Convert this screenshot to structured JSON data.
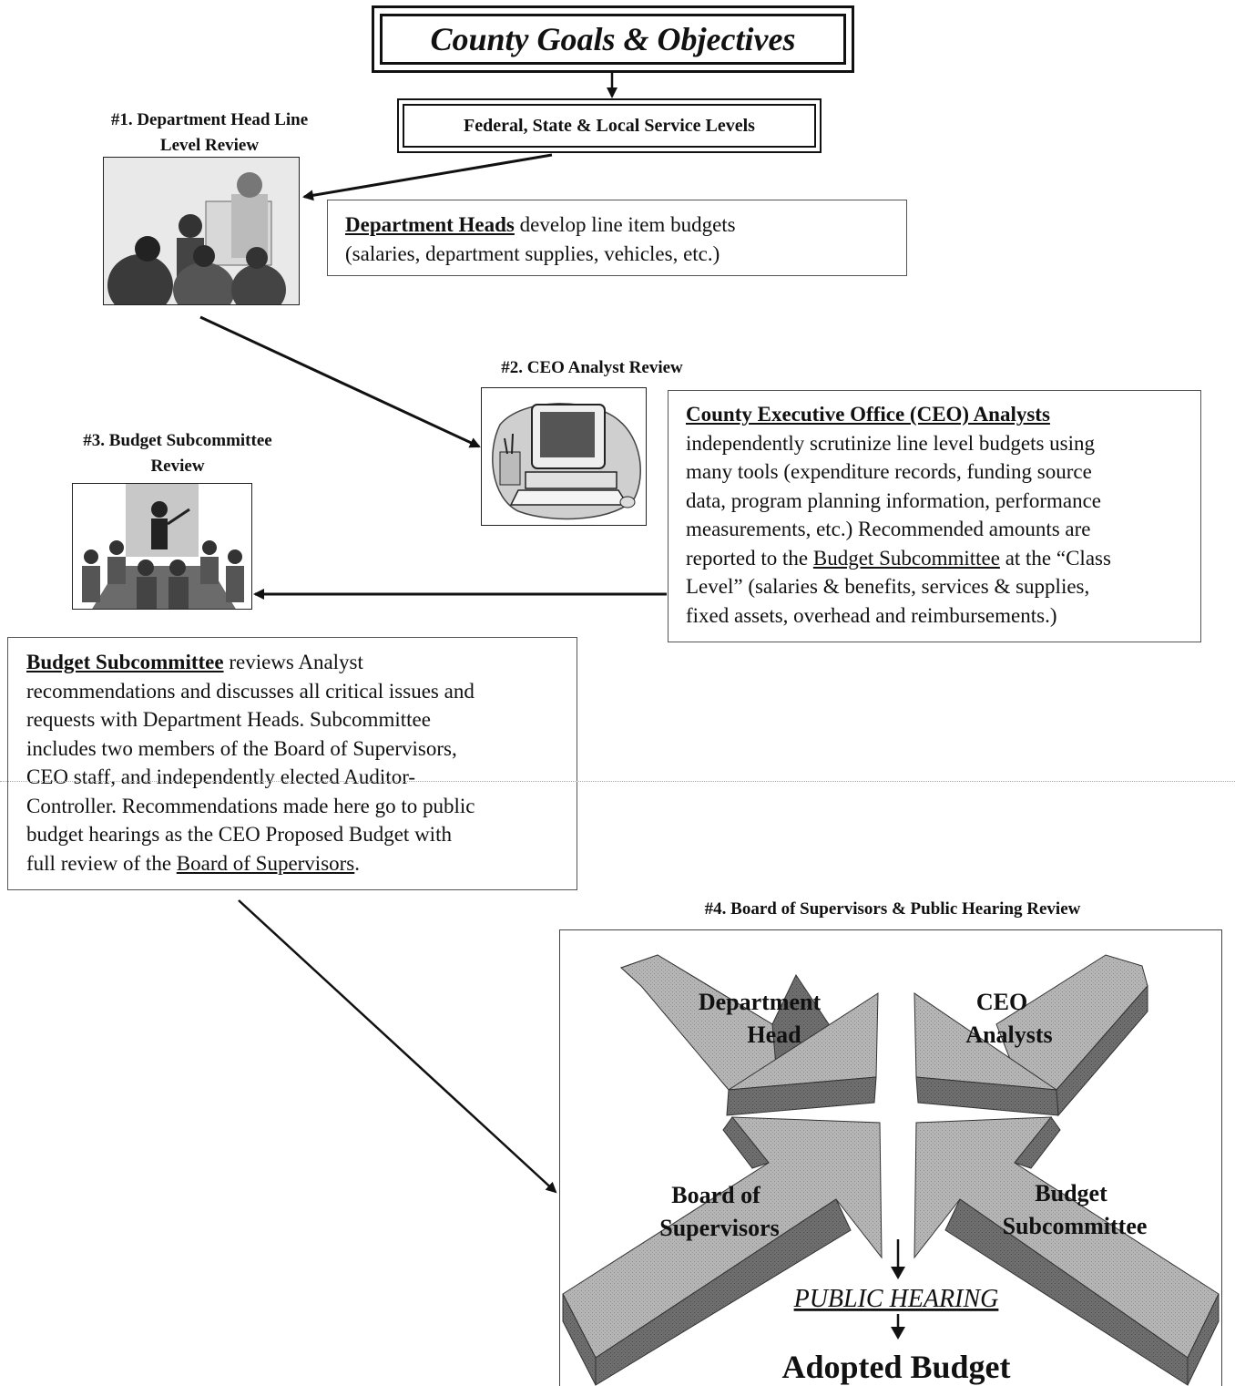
{
  "title": "County Goals & Objectives",
  "service_levels": "Federal, State & Local Service Levels",
  "step1": {
    "label_line1": "#1. Department Head Line",
    "label_line2": "Level Review",
    "box_lead": "Department Heads",
    "box_line1_rest": " develop line item budgets",
    "box_line2": "(salaries, department supplies, vehicles, etc.)"
  },
  "step2": {
    "label": "#2. CEO Analyst Review",
    "box_lead": "County Executive Office (CEO) Analysts",
    "lines": [
      "independently scrutinize line level budgets using",
      "many tools (expenditure records, funding source",
      "data, program planning information, performance",
      "measurements, etc.) Recommended amounts are"
    ],
    "line5_pre": "reported to the ",
    "line5_link": "Budget Subcommittee",
    "line5_post": " at the “Class",
    "line6": "Level” (salaries & benefits, services & supplies,",
    "line7": "fixed assets, overhead and reimbursements.)"
  },
  "step3": {
    "label_line1": "#3. Budget Subcommittee",
    "label_line2": "Review",
    "box_lead": "Budget Subcommittee",
    "box_line1_rest": " reviews Analyst",
    "lines": [
      "recommendations and discusses all critical issues and",
      "requests with Department Heads.  Subcommittee",
      "includes two members of the Board of Supervisors,",
      "CEO staff, and independently elected Auditor-",
      "Controller.  Recommendations made here go to public",
      "budget hearings as the CEO Proposed Budget with"
    ],
    "last_pre": "full review of the ",
    "last_link": "Board of Supervisors",
    "last_post": "."
  },
  "step4": {
    "label": "#4. Board of Supervisors & Public Hearing Review",
    "arrow_tl_1": "Department",
    "arrow_tl_2": "Head",
    "arrow_tr_1": "CEO",
    "arrow_tr_2": "Analysts",
    "arrow_bl_1": "Board of",
    "arrow_bl_2": "Supervisors",
    "arrow_br_1": "Budget",
    "arrow_br_2": "Subcommittee",
    "public_hearing": "PUBLIC HEARING",
    "adopted_budget": "Adopted Budget"
  }
}
